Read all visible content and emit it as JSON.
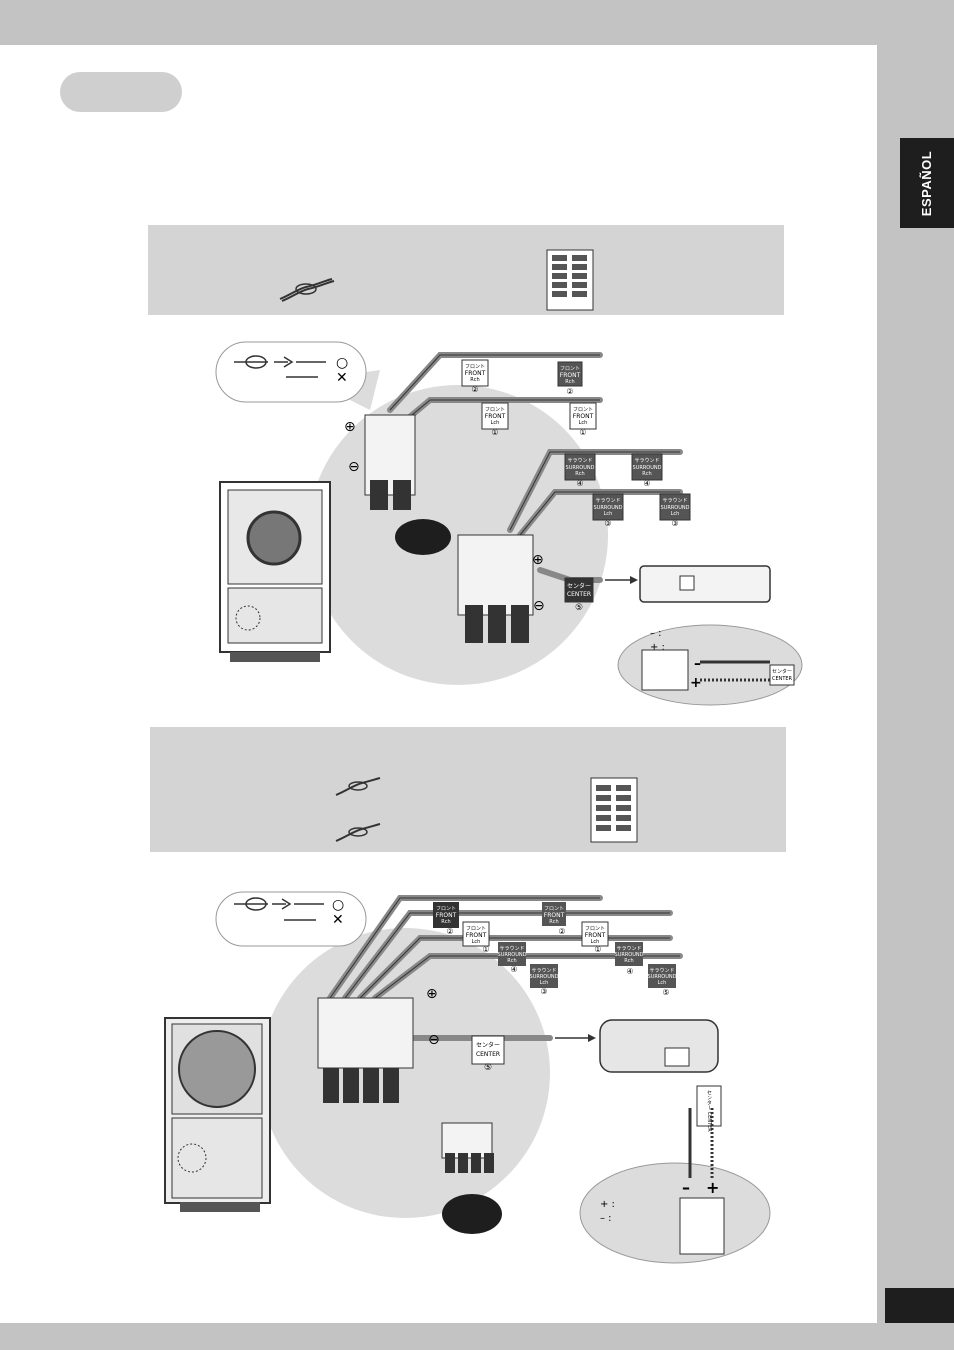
{
  "sidebar": {
    "language_tab": "ESPAÑOL"
  },
  "colors": {
    "frame_gray": "#c3c3c3",
    "panel_gray": "#d4d4d4",
    "tab_dark": "#1e1e1e",
    "bubble_gray": "#dcdcdc"
  },
  "figure_a": {
    "labels": {
      "front_rch": [
        "フロント",
        "FRONT",
        "Rch"
      ],
      "front_lch": [
        "フロント",
        "FRONT",
        "Lch"
      ],
      "surround_rch": [
        "サラウンド",
        "SURROUND",
        "Rch"
      ],
      "surround_lch": [
        "サラウンド",
        "SURROUND",
        "Lch"
      ],
      "center": [
        "センター",
        "CENTER"
      ],
      "center_small": [
        "センター",
        "CENTER"
      ]
    },
    "numbers": {
      "n1": "①",
      "n2": "②",
      "n3": "③",
      "n4": "④",
      "n5": "⑤"
    },
    "ok_mark": "○",
    "ng_mark": "✕",
    "plus_sign": "+",
    "minus_sign": "–",
    "polarity_plus": "⊕",
    "polarity_minus": "⊖",
    "key_minus": "– :",
    "key_plus": "+ :"
  },
  "figure_b": {
    "labels": {
      "front_rch": [
        "フロント",
        "FRONT",
        "Rch"
      ],
      "front_lch": [
        "フロント",
        "FRONT",
        "Lch"
      ],
      "surround_rch": [
        "サラウンド",
        "SURROUND",
        "Rch"
      ],
      "surround_lch": [
        "サラウンド",
        "SURROUND",
        "Lch"
      ],
      "center": [
        "センター",
        "CENTER"
      ],
      "center_vertical": "センター CENTER"
    },
    "numbers": {
      "n1": "①",
      "n2": "②",
      "n3": "③",
      "n4": "④",
      "n5": "⑤"
    },
    "ok_mark": "○",
    "ng_mark": "✕",
    "plus_sign": "+",
    "minus_sign": "–",
    "polarity_minus": "⊖",
    "polarity_plus": "⊕",
    "key_plus": "+ :",
    "key_minus": "– :"
  }
}
